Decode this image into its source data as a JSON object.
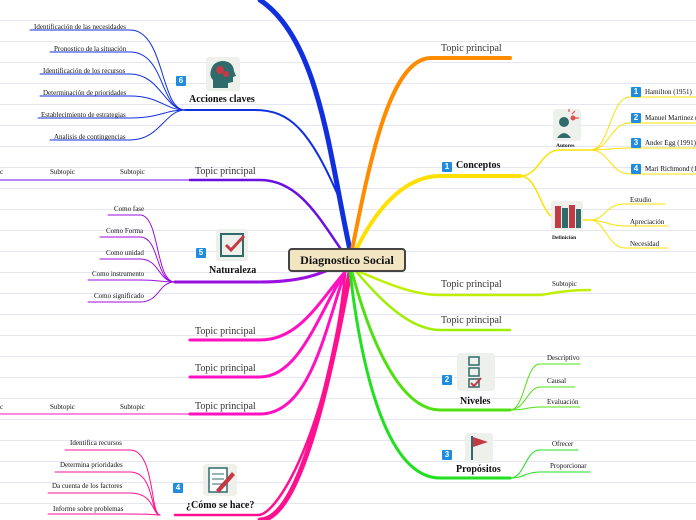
{
  "central": "Diagnostico Social",
  "topic_principal": "Topic principal",
  "subtopic": "Subtopic",
  "c_fragment": "c",
  "conceptos": {
    "badge": "1",
    "label": "Conceptos",
    "autores": {
      "label": "Autores",
      "items": [
        {
          "badge": "1",
          "text": "Hamilton (1951)"
        },
        {
          "badge": "2",
          "text": "Manuel Martinez ("
        },
        {
          "badge": "3",
          "text": "Ander Egg (1991)"
        },
        {
          "badge": "4",
          "text": "Mari Richmond (1"
        }
      ]
    },
    "definicion": {
      "label": "Definición",
      "items": [
        "Estudio",
        "Apreciación",
        "Necesidad"
      ]
    }
  },
  "niveles": {
    "badge": "2",
    "label": "Niveles",
    "items": [
      "Descriptivo",
      "Causal",
      "Evaluación"
    ]
  },
  "propositos": {
    "badge": "3",
    "label": "Propósitos",
    "items": [
      "Ofrecer",
      "Proporcionar"
    ]
  },
  "como_se_hace": {
    "badge": "4",
    "label": "¿Cómo se hace?",
    "items": [
      "Identifica recursos",
      "Determina prioridades",
      "Da cuenta de los factores",
      "Informe sobre problemas"
    ]
  },
  "naturaleza": {
    "badge": "5",
    "label": "Naturaleza",
    "items": [
      "Como fase",
      "Como Forma",
      "Como unidad",
      "Como instrumento",
      "Como significado"
    ]
  },
  "acciones_claves": {
    "badge": "6",
    "label": "Acciones claves",
    "items": [
      "Identificación de las necesidades",
      "Pronostico de la situación",
      "Identificación de los recursos",
      "Determinación de prioridades",
      "Establecimiento de estrategias",
      "Analisis de contingencias"
    ]
  },
  "colors": {
    "blue": "#1030e0",
    "orange": "#ff8c00",
    "yellow": "#ffe000",
    "green": "#20e020",
    "purple": "#8a10e0",
    "pink": "#ff10c0",
    "violet": "#b010e0",
    "magenta": "#ff1090",
    "badge": "#1f8ce0",
    "central_fill": "#f2e6c2"
  }
}
